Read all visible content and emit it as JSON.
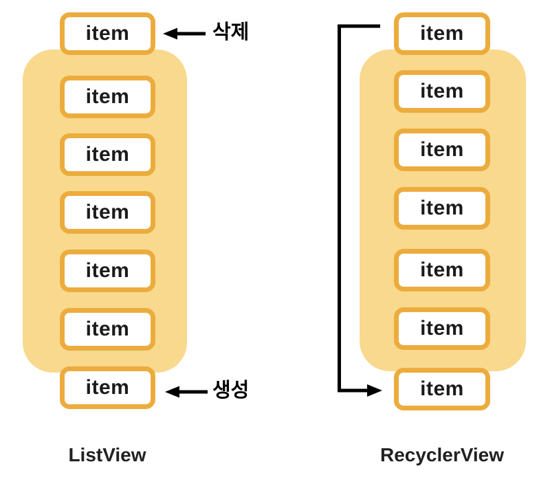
{
  "diagram": {
    "colors": {
      "page_bg": "#FFFFFF",
      "accent_border": "#ECAC3D",
      "viewport_fill": "#F8D98E",
      "item_fill": "#FFFFFF",
      "item_text": "#1B1B1B",
      "line": "#000000",
      "title_text": "#212121"
    },
    "icons": {
      "delete_arrow": "arrow-left",
      "create_arrow": "arrow-left",
      "recycle_flow": "elbow-arrow-top-to-bottom"
    },
    "list_view": {
      "title": "ListView",
      "delete_annotation": "삭제",
      "create_annotation": "생성",
      "items": [
        "item",
        "item",
        "item",
        "item",
        "item",
        "item",
        "item"
      ]
    },
    "recycler_view": {
      "title": "RecyclerView",
      "items": [
        "item",
        "item",
        "item",
        "item",
        "item",
        "item",
        "item"
      ]
    }
  }
}
